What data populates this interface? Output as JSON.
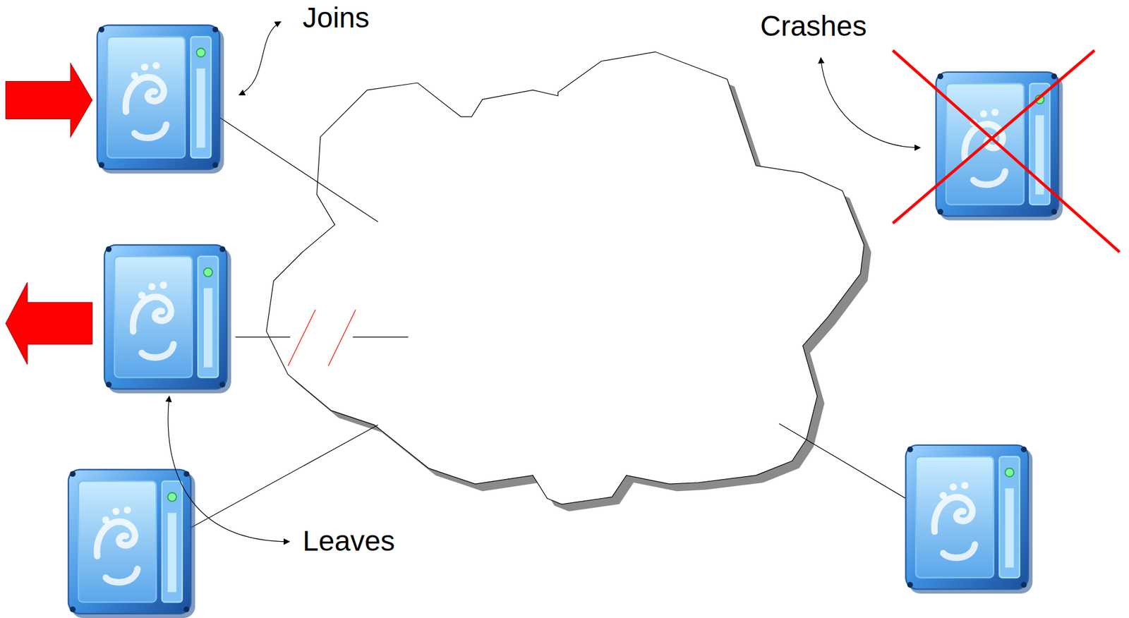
{
  "diagram": {
    "labels": [
      "Joins",
      "Crashes",
      "Leaves"
    ]
  }
}
